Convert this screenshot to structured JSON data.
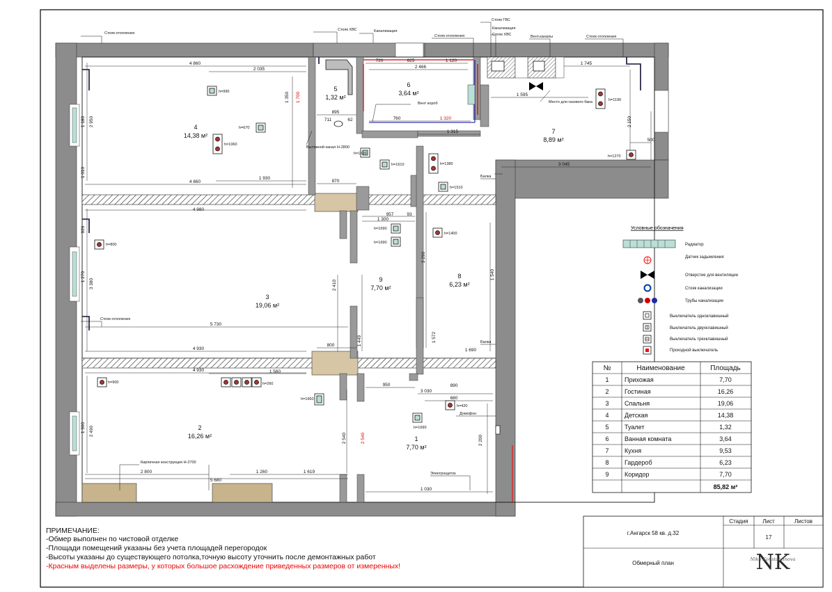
{
  "notes": {
    "title": "ПРИМЕЧАНИЕ:",
    "lines": [
      "-Обмер выполнен по чистовой отделке",
      "-Площади помещений указаны без учета площадей перегородок",
      "-Высоты указаны до существующего потолка,точную высоту уточнить после демонтажных работ"
    ],
    "red_line": "-Красным выделены размеры, у которых большое расхождение приведенных размеров от измеренных!"
  },
  "legend": {
    "title": "Условные обозначения",
    "items": [
      {
        "key": "radiator",
        "label": "Радиатор"
      },
      {
        "key": "smoke",
        "label": "Датчик задымления"
      },
      {
        "key": "vent",
        "label": "Отверстие для вентиляции"
      },
      {
        "key": "sewer_riser",
        "label": "Стояк канализации"
      },
      {
        "key": "sewer_pipes",
        "label": "Трубы канализации"
      },
      {
        "key": "sw1",
        "label": "Выключатель одноклавишный"
      },
      {
        "key": "sw2",
        "label": "Выключатель двухклавишный"
      },
      {
        "key": "sw3",
        "label": "Выключатель трехклавишный"
      },
      {
        "key": "swp",
        "label": "Проходной выключатель"
      }
    ]
  },
  "rooms_table": {
    "headers": [
      "№",
      "Наименование",
      "Площадь"
    ],
    "rows": [
      {
        "n": "1",
        "name": "Прихожая",
        "area": "7,70"
      },
      {
        "n": "2",
        "name": "Гостиная",
        "area": "16,26"
      },
      {
        "n": "3",
        "name": "Спальня",
        "area": "19,06"
      },
      {
        "n": "4",
        "name": "Детская",
        "area": "14,38"
      },
      {
        "n": "5",
        "name": "Туалет",
        "area": "1,32"
      },
      {
        "n": "6",
        "name": "Ванная комната",
        "area": "3,64"
      },
      {
        "n": "7",
        "name": "Кухня",
        "area": "9,53"
      },
      {
        "n": "8",
        "name": "Гардероб",
        "area": "6,23"
      },
      {
        "n": "9",
        "name": "Коридор",
        "area": "7,70"
      }
    ],
    "total": "85,82 м²"
  },
  "title_block": {
    "address": "г.Ангарск 58 кв. д.32",
    "drawing": "Обмерный план",
    "stage_label": "Стадия",
    "sheet_label": "Лист",
    "sheets_label": "Листов",
    "stage": "",
    "sheet": "17",
    "sheets": "",
    "logo": "NK",
    "logo_script": "Nika Konstantinova"
  },
  "rooms": [
    {
      "id": "1",
      "area": "7,70 м²"
    },
    {
      "id": "2",
      "area": "16,26 м²"
    },
    {
      "id": "3",
      "area": "19,06 м²"
    },
    {
      "id": "4",
      "area": "14,38 м²"
    },
    {
      "id": "5",
      "area": "1,32 м²"
    },
    {
      "id": "6",
      "area": "3,64 м²"
    },
    {
      "id": "7",
      "area": "8,89 м²"
    },
    {
      "id": "8",
      "area": "6,23 м²"
    },
    {
      "id": "9",
      "area": "7,70 м²"
    }
  ],
  "callouts": {
    "riser_heat": "Стояк отопления",
    "riser_hvs": "Стояк ХВС",
    "sewer": "Канализация",
    "riser_gvs": "Стояк ГВС",
    "vent_duct": "Вент короб",
    "vent_channel": "Вытяжной канал Н-2800",
    "vent_channels": "Вент.каналы",
    "gas_hole": "Место для газового бака",
    "beam": "Балка",
    "brick": "Кирпичная конструкция Н-2700",
    "intercom": "Домофон",
    "shield": "Электрощиток"
  },
  "dims": {
    "d4860": "4 860",
    "d2035": "2 035",
    "d1350": "1 350",
    "d1700": "1 700",
    "d720": "720",
    "d625": "625",
    "d1120": "1 120",
    "d2466": "2 466",
    "d1745": "1 745",
    "d1595": "1 595",
    "d895": "895",
    "d711": "711",
    "d62": "62",
    "d760": "760",
    "d1320": "1 320",
    "d1315": "1 315",
    "d1930": "1 930",
    "d870": "870",
    "d4980": "4 980",
    "d957": "957",
    "d1300": "1 300",
    "d93": "93",
    "d5730": "5 730",
    "d4930": "4 930",
    "d800": "800",
    "d1560": "1 560",
    "d950": "950",
    "d3030": "3 030",
    "d680": "680",
    "d890": "890",
    "d2800": "2 800",
    "d5680": "5 680",
    "d1260": "1 260",
    "d1619": "1 619",
    "d1030": "1 030",
    "d3045": "3 045",
    "d500": "500",
    "d1180": "1 180",
    "d2950": "2 950",
    "d1010": "1 010",
    "d3380": "3 380",
    "d1270": "1 270",
    "d926": "926",
    "d2490": "2 490",
    "d1300v": "1 300",
    "d2540": "2 540",
    "d2540r": "2 540",
    "d1690": "1 690",
    "d2150": "2 150",
    "d3290": "3 290",
    "d1540": "1 540",
    "d1449": "1 449",
    "d1572": "1 572",
    "d2410": "2 410",
    "d2200": "2 200"
  },
  "heights": {
    "h990": "h=990",
    "h670": "h=670",
    "h1060": "h=1060",
    "h1610": "h=1610",
    "h1600": "h=1600",
    "h1385": "h=1385",
    "h1510": "h=1510",
    "h1270": "h=1270",
    "h1190": "h=1190",
    "h800": "h=800",
    "h1690a": "h=1690",
    "h1690b": "h=1690",
    "h1400": "h=1400",
    "h900": "h=900",
    "h260": "h=260",
    "h1660": "h=1660",
    "h1690c": "h=1690",
    "h420": "h=420"
  }
}
